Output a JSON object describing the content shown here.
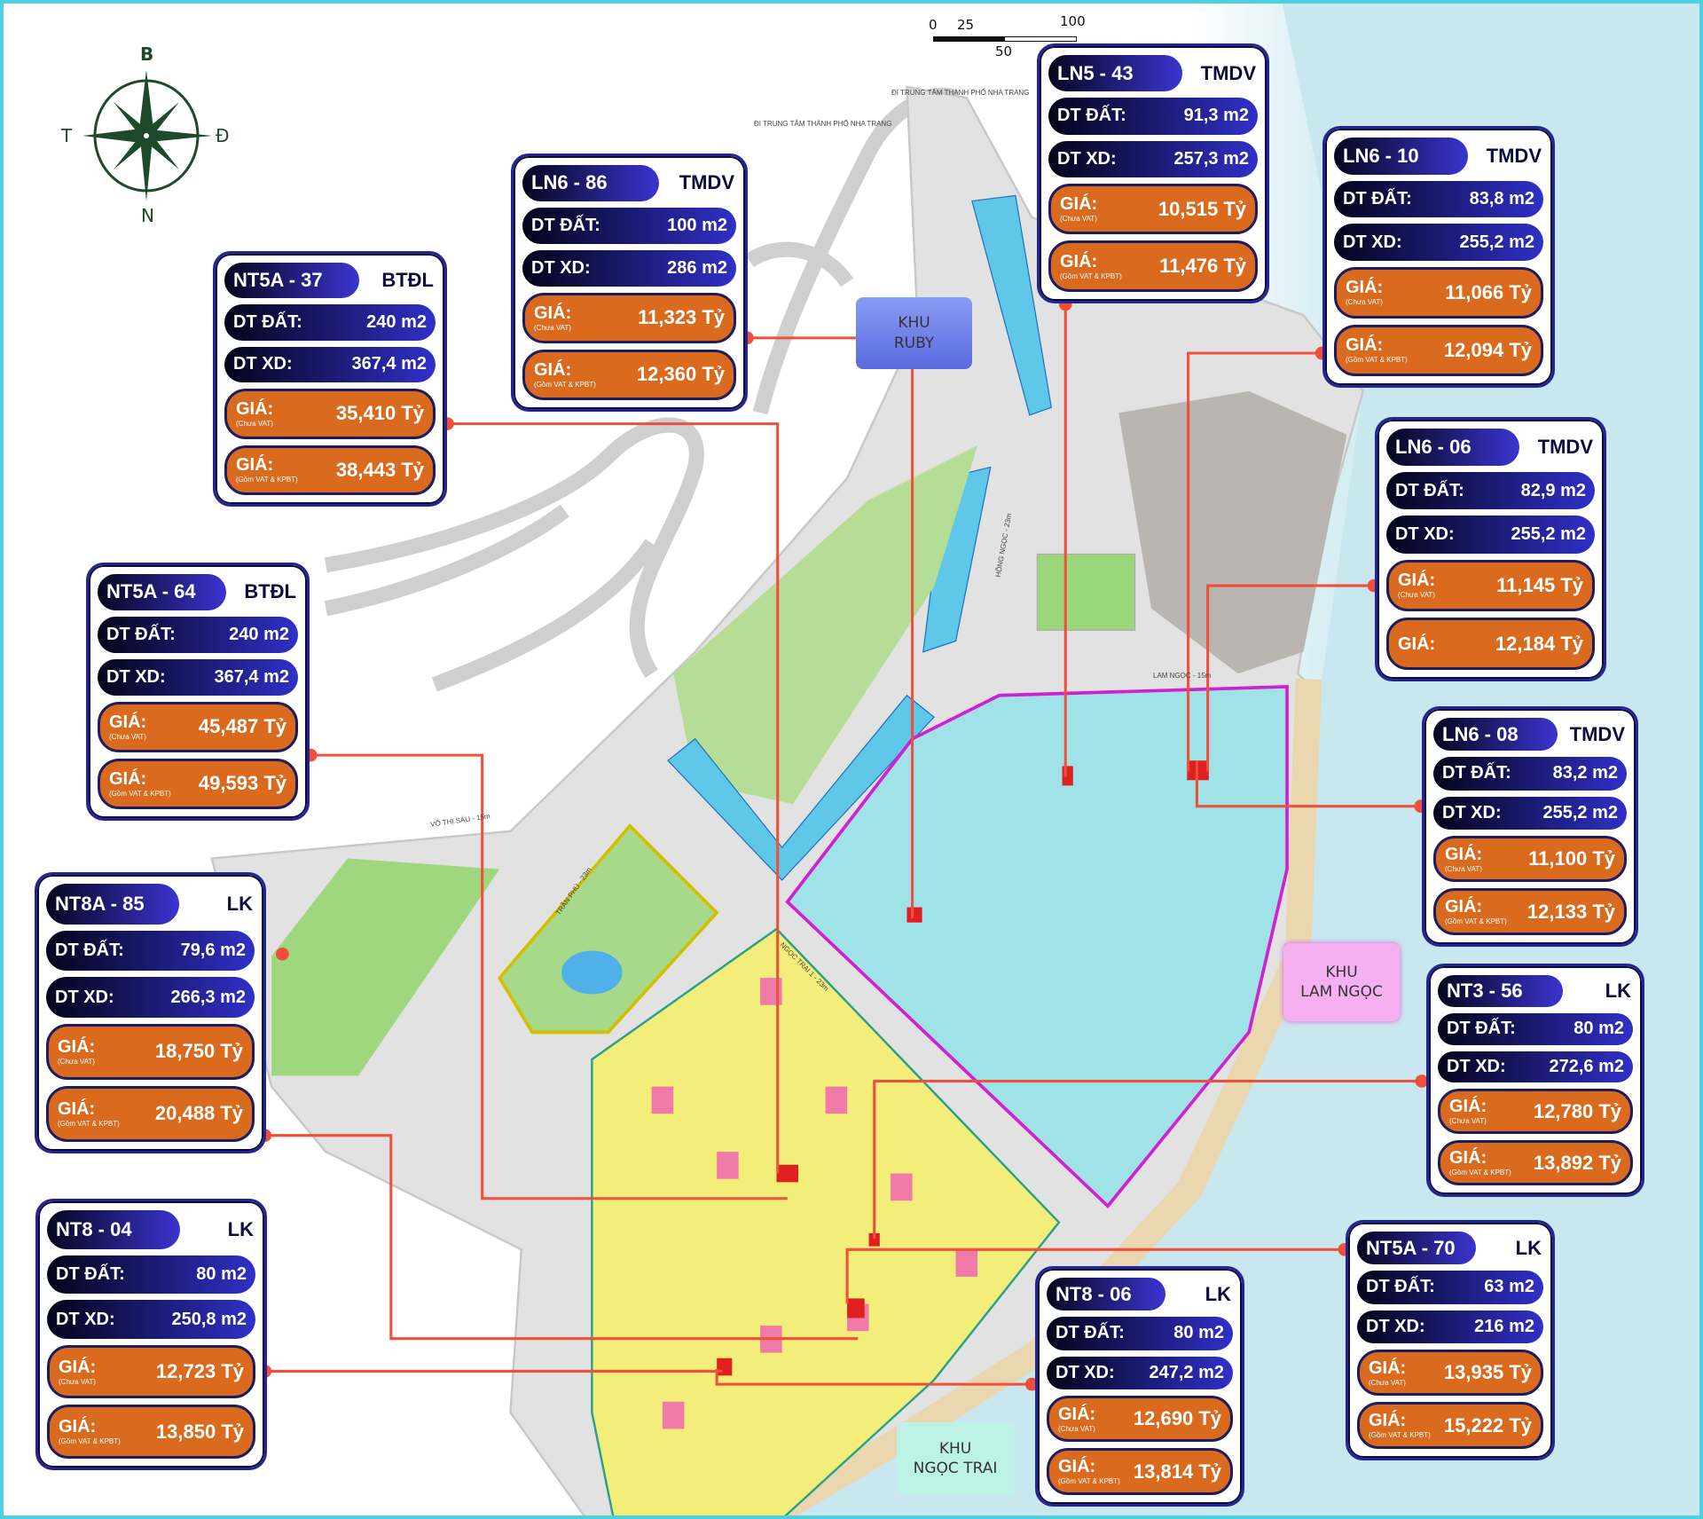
{
  "compass": {
    "north": "B",
    "south": "N",
    "west": "T",
    "east": "Đ"
  },
  "scale_bar": {
    "ticks": [
      "0",
      "25",
      "50",
      "100"
    ]
  },
  "zones": [
    {
      "line1": "KHU",
      "line2": "RUBY",
      "color": "#7f8ff0"
    },
    {
      "line1": "KHU",
      "line2": "LAM NGỌC",
      "color": "#f4a4f0"
    },
    {
      "line1": "KHU",
      "line2": "NGỌC TRAI",
      "color": "#b6f0e4"
    }
  ],
  "streets": [
    "ĐI TRUNG TÂM THÀNH PHỐ NHA TRANG",
    "ĐI TRUNG TÂM THÀNH PHỐ NHA TRANG",
    "VÕ THỊ SÁU - 15m",
    "TRẦN PHÚ - 23m",
    "HỒNG NGỌC - 23m",
    "LAM NGỌC - 15m",
    "NGỌC TRAI 1 - 23m"
  ],
  "colors": {
    "card_border": "#24249a",
    "price_pill": "#da6a1e",
    "connector": "#f0503a",
    "sea": "#cbe9f0"
  },
  "cards": [
    {
      "code": "NT5A - 37",
      "type": "BTĐL",
      "dt_dat_label": "DT ĐẤT:",
      "dt_dat": "240 m2",
      "dt_xd_label": "DT XD:",
      "dt_xd": "367,4 m2",
      "prices": [
        {
          "label": "GIÁ:",
          "note": "(Chưa VAT)",
          "value": "35,410 Tỷ"
        },
        {
          "label": "GIÁ:",
          "note": "(Gồm VAT & KPBT)",
          "value": "38,443 Tỷ"
        }
      ]
    },
    {
      "code": "LN6 - 86",
      "type": "TMDV",
      "dt_dat_label": "DT ĐẤT:",
      "dt_dat": "100 m2",
      "dt_xd_label": "DT XD:",
      "dt_xd": "286 m2",
      "prices": [
        {
          "label": "GIÁ:",
          "note": "(Chưa VAT)",
          "value": "11,323 Tỷ"
        },
        {
          "label": "GIÁ:",
          "note": "(Gồm VAT & KPBT)",
          "value": "12,360 Tỷ"
        }
      ]
    },
    {
      "code": "LN5 - 43",
      "type": "TMDV",
      "dt_dat_label": "DT ĐẤT:",
      "dt_dat": "91,3 m2",
      "dt_xd_label": "DT XD:",
      "dt_xd": "257,3 m2",
      "prices": [
        {
          "label": "GIÁ:",
          "note": "(Chưa VAT)",
          "value": "10,515 Tỷ"
        },
        {
          "label": "GIÁ:",
          "note": "(Gồm VAT & KPBT)",
          "value": "11,476 Tỷ"
        }
      ]
    },
    {
      "code": "LN6 - 10",
      "type": "TMDV",
      "dt_dat_label": "DT ĐẤT:",
      "dt_dat": "83,8 m2",
      "dt_xd_label": "DT XD:",
      "dt_xd": "255,2 m2",
      "prices": [
        {
          "label": "GIÁ:",
          "note": "(Chưa VAT)",
          "value": "11,066 Tỷ"
        },
        {
          "label": "GIÁ:",
          "note": "(Gồm VAT & KPBT)",
          "value": "12,094 Tỷ"
        }
      ]
    },
    {
      "code": "LN6 - 06",
      "type": "TMDV",
      "dt_dat_label": "DT ĐẤT:",
      "dt_dat": "82,9 m2",
      "dt_xd_label": "DT XD:",
      "dt_xd": "255,2 m2",
      "prices": [
        {
          "label": "GIÁ:",
          "note": "(Chưa VAT)",
          "value": "11,145 Tỷ"
        },
        {
          "label": "GIÁ:",
          "note": "",
          "value": "12,184 Tỷ"
        }
      ]
    },
    {
      "code": "NT5A - 64",
      "type": "BTĐL",
      "dt_dat_label": "DT ĐẤT:",
      "dt_dat": "240 m2",
      "dt_xd_label": "DT XD:",
      "dt_xd": "367,4 m2",
      "prices": [
        {
          "label": "GIÁ:",
          "note": "(Chưa VAT)",
          "value": "45,487 Tỷ"
        },
        {
          "label": "GIÁ:",
          "note": "(Gồm VAT & KPBT)",
          "value": "49,593 Tỷ"
        }
      ]
    },
    {
      "code": "LN6 - 08",
      "type": "TMDV",
      "dt_dat_label": "DT ĐẤT:",
      "dt_dat": "83,2 m2",
      "dt_xd_label": "DT XD:",
      "dt_xd": "255,2 m2",
      "prices": [
        {
          "label": "GIÁ:",
          "note": "(Chưa VAT)",
          "value": "11,100 Tỷ"
        },
        {
          "label": "GIÁ:",
          "note": "(Gồm VAT & KPBT)",
          "value": "12,133 Tỷ"
        }
      ]
    },
    {
      "code": "NT8A - 85",
      "type": "LK",
      "dt_dat_label": "DT ĐẤT:",
      "dt_dat": "79,6 m2",
      "dt_xd_label": "DT XD:",
      "dt_xd": "266,3 m2",
      "prices": [
        {
          "label": "GIÁ:",
          "note": "(Chưa VAT)",
          "value": "18,750 Tỷ"
        },
        {
          "label": "GIÁ:",
          "note": "(Gồm VAT & KPBT)",
          "value": "20,488 Tỷ"
        }
      ]
    },
    {
      "code": "NT3 - 56",
      "type": "LK",
      "dt_dat_label": "DT ĐẤT:",
      "dt_dat": "80 m2",
      "dt_xd_label": "DT XD:",
      "dt_xd": "272,6 m2",
      "prices": [
        {
          "label": "GIÁ:",
          "note": "(Chưa VAT)",
          "value": "12,780 Tỷ"
        },
        {
          "label": "GIÁ:",
          "note": "(Gồm VAT & KPBT)",
          "value": "13,892 Tỷ"
        }
      ]
    },
    {
      "code": "NT8 - 04",
      "type": "LK",
      "dt_dat_label": "DT ĐẤT:",
      "dt_dat": "80 m2",
      "dt_xd_label": "DT XD:",
      "dt_xd": "250,8 m2",
      "prices": [
        {
          "label": "GIÁ:",
          "note": "(Chưa VAT)",
          "value": "12,723 Tỷ"
        },
        {
          "label": "GIÁ:",
          "note": "(Gồm VAT & KPBT)",
          "value": "13,850 Tỷ"
        }
      ]
    },
    {
      "code": "NT5A - 70",
      "type": "LK",
      "dt_dat_label": "DT ĐẤT:",
      "dt_dat": "63 m2",
      "dt_xd_label": "DT XD:",
      "dt_xd": "216 m2",
      "prices": [
        {
          "label": "GIÁ:",
          "note": "(Chưa VAT)",
          "value": "13,935 Tỷ"
        },
        {
          "label": "GIÁ:",
          "note": "(Gồm VAT & KPBT)",
          "value": "15,222 Tỷ"
        }
      ]
    },
    {
      "code": "NT8 - 06",
      "type": "LK",
      "dt_dat_label": "DT ĐẤT:",
      "dt_dat": "80 m2",
      "dt_xd_label": "DT XD:",
      "dt_xd": "247,2 m2",
      "prices": [
        {
          "label": "GIÁ:",
          "note": "(Chưa VAT)",
          "value": "12,690 Tỷ"
        },
        {
          "label": "GIÁ:",
          "note": "(Gồm VAT & KPBT)",
          "value": "13,814 Tỷ"
        }
      ]
    }
  ]
}
